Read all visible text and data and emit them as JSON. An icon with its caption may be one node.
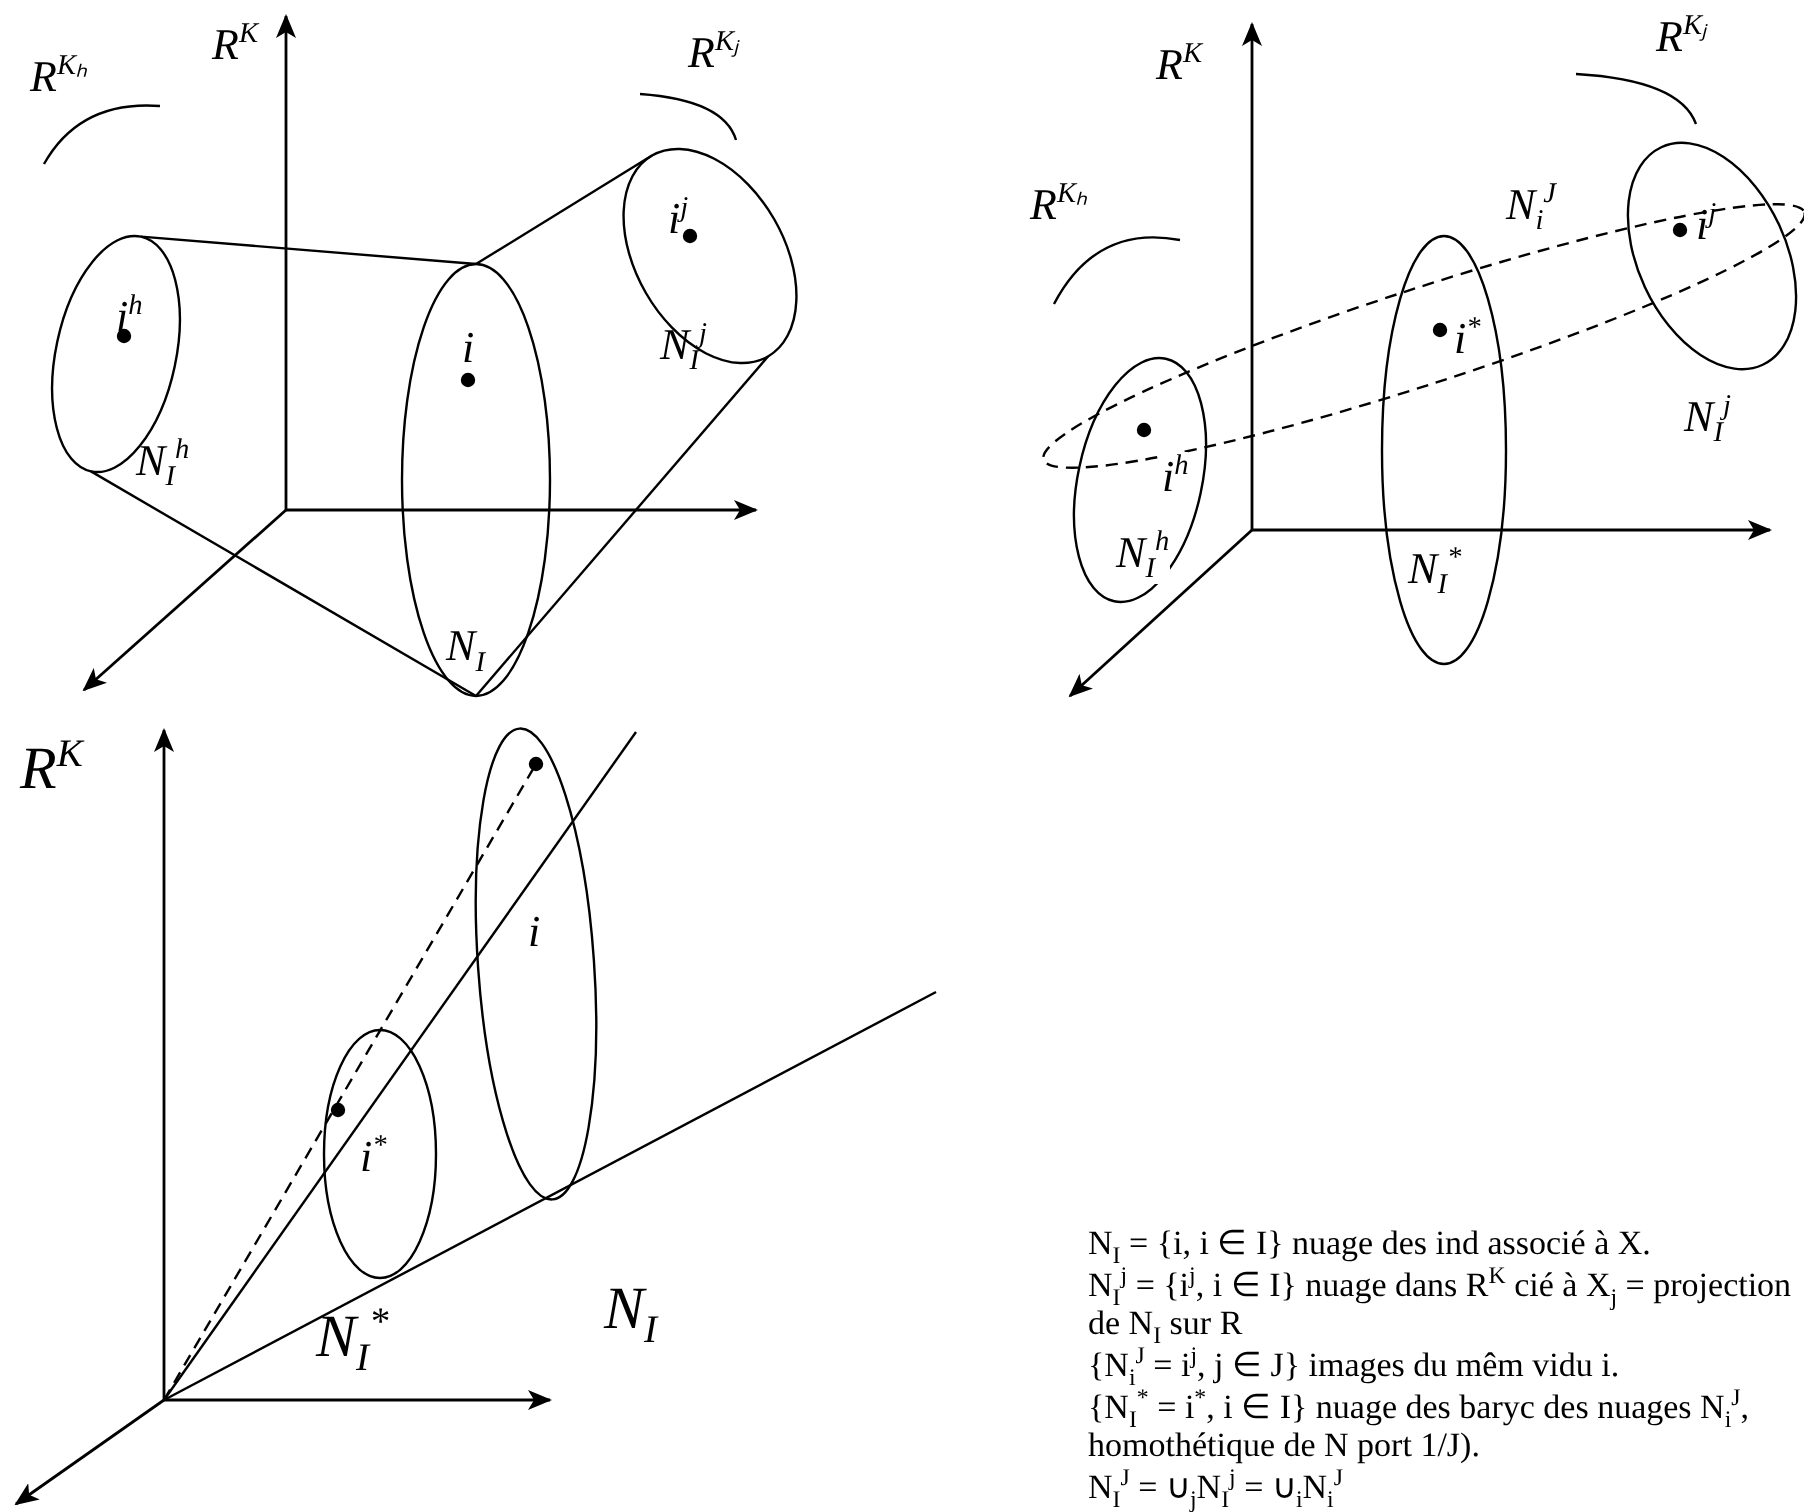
{
  "diagram": {
    "nodes": [
      {
        "text": [
          "i$^{h}$",
          "N$_{I}$$^{h}$"
        ]
      },
      {
        "text": [
          "i",
          "N$_{I}$"
        ]
      },
      {
        "text": [
          "i$^{j}$",
          "N$_{I}$$^{j}$"
        ]
      },
      {
        "text": [
          "i$^{h}$",
          "N$_{I}$$^{h}$"
        ]
      },
      {
        "text": [
          "i$^{*}$",
          "N$_{I}$$^{*}$"
        ]
      },
      {
        "text": [
          "i$^{j}$",
          "N$_{I}$$^{j}$"
        ]
      },
      {
        "text": [
          "N$_{i}$$^{J}$"
        ]
      },
      {
        "text": [
          "i$^{*}$"
        ]
      },
      {
        "text": [
          "i"
        ]
      }
    ],
    "edges": [
      {
        "from": 0,
        "to": 1,
        "arrow": "none"
      },
      {
        "from": 0,
        "to": 1,
        "arrow": "none"
      },
      {
        "from": 1,
        "to": 2,
        "arrow": "none"
      },
      {
        "from": 1,
        "to": 2,
        "arrow": "none"
      }
    ],
    "labels": [
      "R$^{Kₕ}$",
      "R$^{K}$",
      "R$^{Kⱼ}$",
      "R$^{K}$",
      "R$^{Kⱼ}$",
      "R$^{Kₕ}$",
      "R$^{K}$",
      "N$_{I}$",
      "N$_{I}$$^{*}$",
      "N$_{I}$ = {i, i ∈ I} nuage des ind associé à X.",
      "N$_{I}$$^{j}$ = {i$^{j}$, i ∈ I} nuage dans R$^{K}$ cié à X$_{j}$ = projection de N$_{I}$ sur R",
      "{N$_{i}$$^{J}$ = i$^{j}$, j ∈ J} images du mêm vidu i.",
      "{N$_{I}$$^{*}$ = i$^{*}$, i ∈ I} nuage des baryc des nuages N$_{i}$$^{J}$, homothétique de N port 1/J).",
      "N$_{I}$$^{J}$ = ∪$_{j}$N$_{I}$$^{j}$ = ∪$_{i}$N$_{i}$$^{J}$"
    ]
  }
}
